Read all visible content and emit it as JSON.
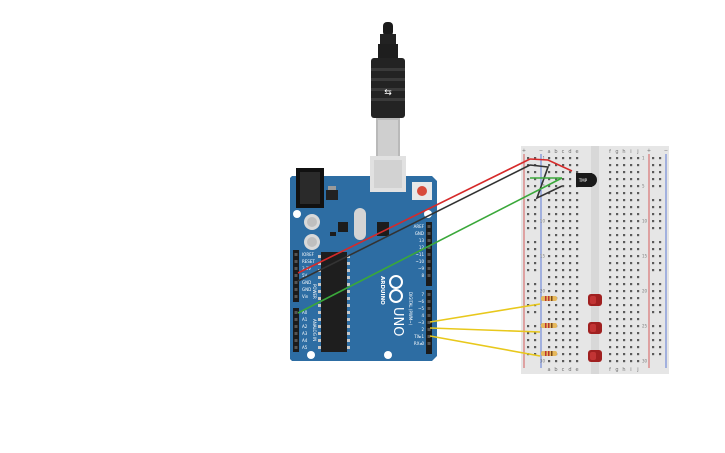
{
  "board": {
    "brand": "ARDUINO",
    "model": "UNO",
    "power_header_title": "POWER",
    "analog_header_title": "ANALOG IN",
    "digital_header_title": "DIGITAL (PWM~)",
    "power_pins": [
      "IOREF",
      "RESET",
      "3.3V",
      "5V",
      "GND",
      "GND",
      "Vin"
    ],
    "analog_pins": [
      "A0",
      "A1",
      "A2",
      "A3",
      "A4",
      "A5"
    ],
    "digital_pins_upper": [
      "AREF",
      "GND",
      "13",
      "12",
      "~11",
      "~10",
      "~9",
      "8"
    ],
    "digital_pins_lower": [
      "7",
      "~6",
      "~5",
      "4",
      "~3",
      "2",
      "TX▸1",
      "RX◂0"
    ]
  },
  "breadboard": {
    "column_letters_left": [
      "a",
      "b",
      "c",
      "d",
      "e"
    ],
    "column_letters_right": [
      "f",
      "g",
      "h",
      "i",
      "j"
    ],
    "row_numbers": [
      "1",
      "5",
      "10",
      "15",
      "20",
      "25",
      "30"
    ],
    "rail_plus": "+",
    "rail_minus": "−"
  },
  "sensor": {
    "label": "TMP"
  },
  "colors": {
    "board_blue": "#2d6da3",
    "wire_red": "#d62a2a",
    "wire_black": "#333333",
    "wire_green": "#3aa83a",
    "wire_yellow": "#e8c81c",
    "led_red": "#b22222",
    "breadboard": "#e6e6e6"
  }
}
